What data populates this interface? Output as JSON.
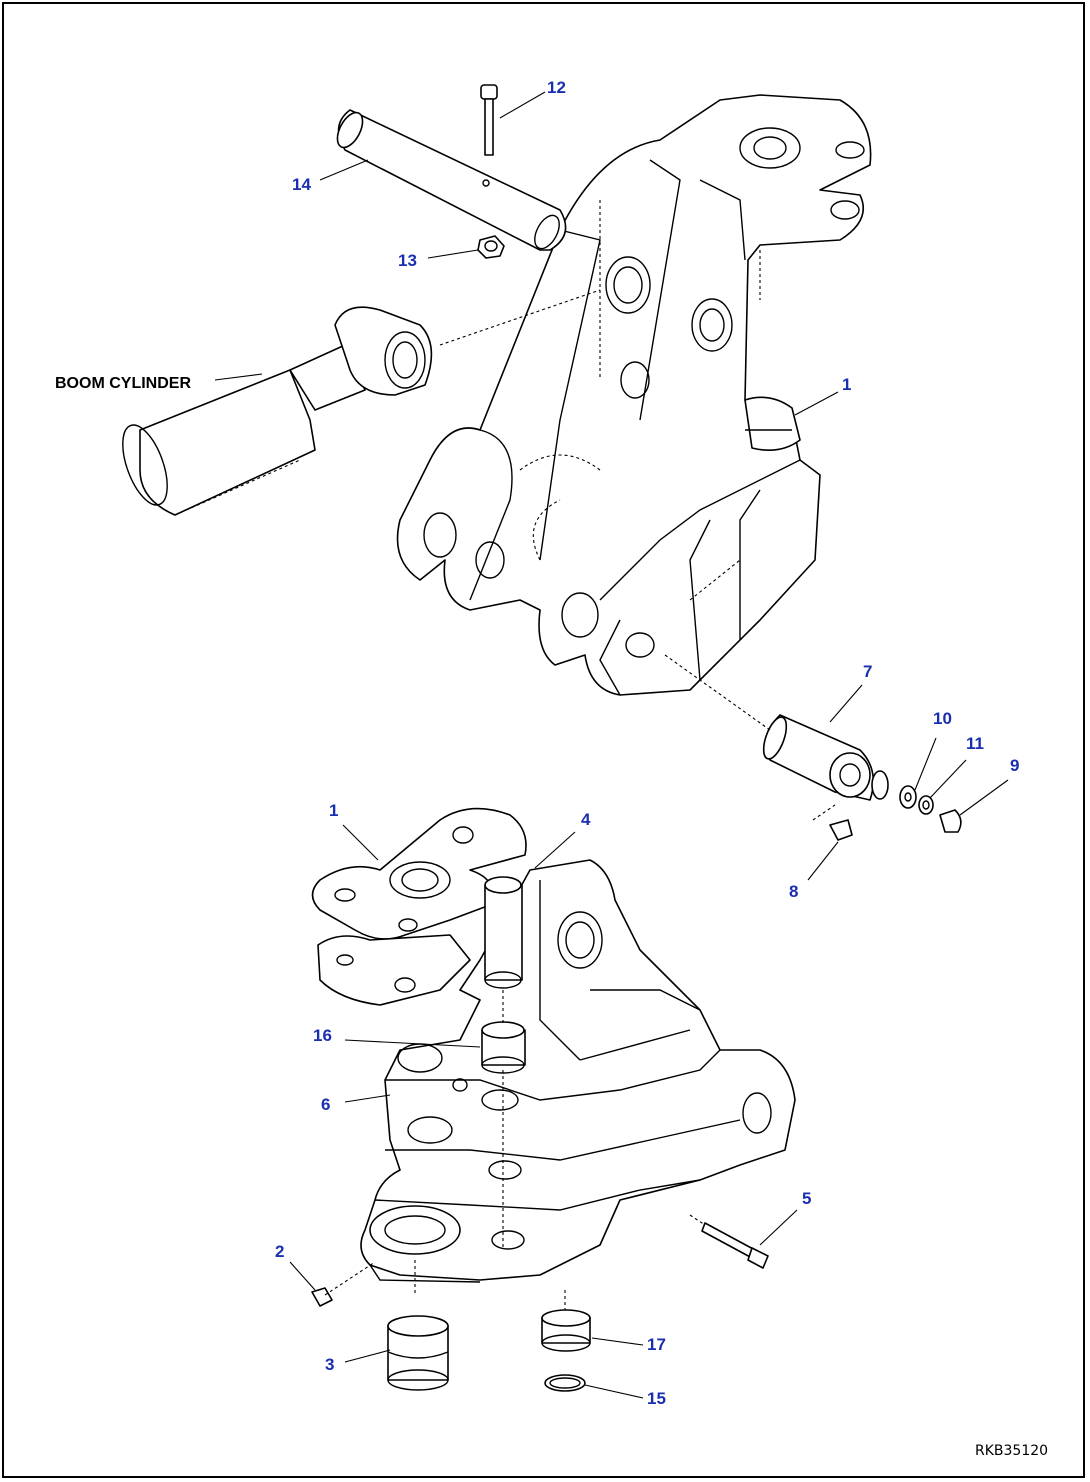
{
  "title_label": "BOOM CYLINDER",
  "reference_code": "RKB35120",
  "callouts": [
    {
      "id": "c12",
      "text": "12"
    },
    {
      "id": "c14",
      "text": "14"
    },
    {
      "id": "c13",
      "text": "13"
    },
    {
      "id": "c1a",
      "text": "1"
    },
    {
      "id": "c7",
      "text": "7"
    },
    {
      "id": "c10",
      "text": "10"
    },
    {
      "id": "c11",
      "text": "11"
    },
    {
      "id": "c9",
      "text": "9"
    },
    {
      "id": "c8",
      "text": "8"
    },
    {
      "id": "c1b",
      "text": "1"
    },
    {
      "id": "c4",
      "text": "4"
    },
    {
      "id": "c16",
      "text": "16"
    },
    {
      "id": "c6",
      "text": "6"
    },
    {
      "id": "c5",
      "text": "5"
    },
    {
      "id": "c2",
      "text": "2"
    },
    {
      "id": "c3",
      "text": "3"
    },
    {
      "id": "c17",
      "text": "17"
    },
    {
      "id": "c15",
      "text": "15"
    }
  ]
}
